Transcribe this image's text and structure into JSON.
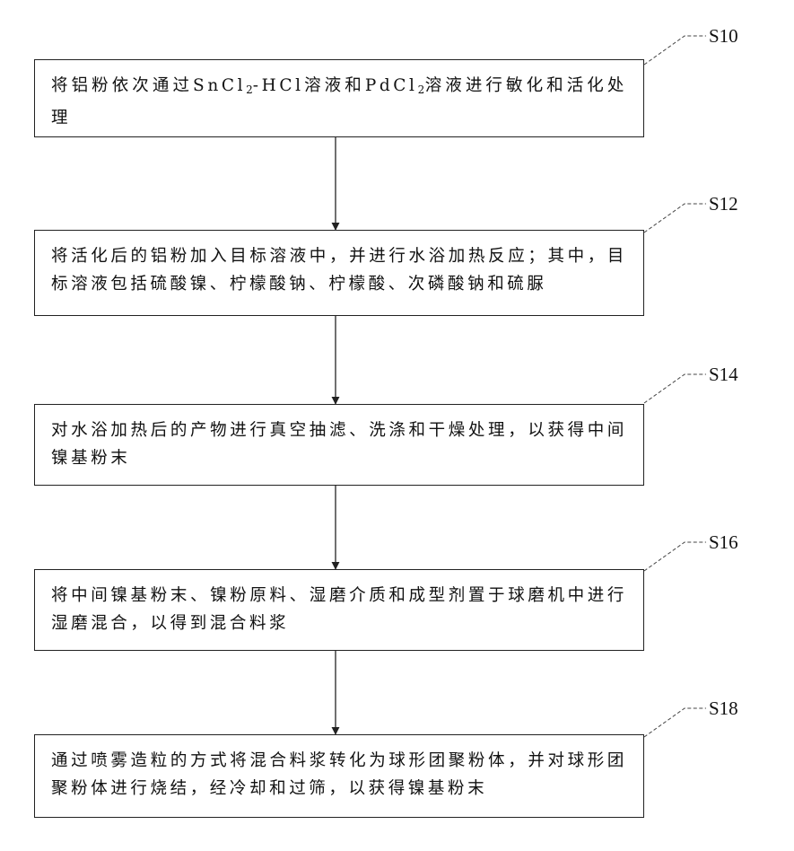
{
  "steps": [
    {
      "id": "S10",
      "parts": [
        "将铝粉依次通过SnCl",
        "2",
        "-HCl溶液和PdCl",
        "2",
        "溶液进行敏化和活化处理"
      ]
    },
    {
      "id": "S12",
      "text": "将活化后的铝粉加入目标溶液中，并进行水浴加热反应；其中，目标溶液包括硫酸镍、柠檬酸钠、柠檬酸、次磷酸钠和硫脲"
    },
    {
      "id": "S14",
      "text": "对水浴加热后的产物进行真空抽滤、洗涤和干燥处理，以获得中间镍基粉末"
    },
    {
      "id": "S16",
      "text": "将中间镍基粉末、镍粉原料、湿磨介质和成型剂置于球磨机中进行湿磨混合，以得到混合料浆"
    },
    {
      "id": "S18",
      "text": "通过喷雾造粒的方式将混合料浆转化为球形团聚粉体，并对球形团聚粉体进行烧结，经冷却和过筛，以获得镍基粉末"
    }
  ]
}
